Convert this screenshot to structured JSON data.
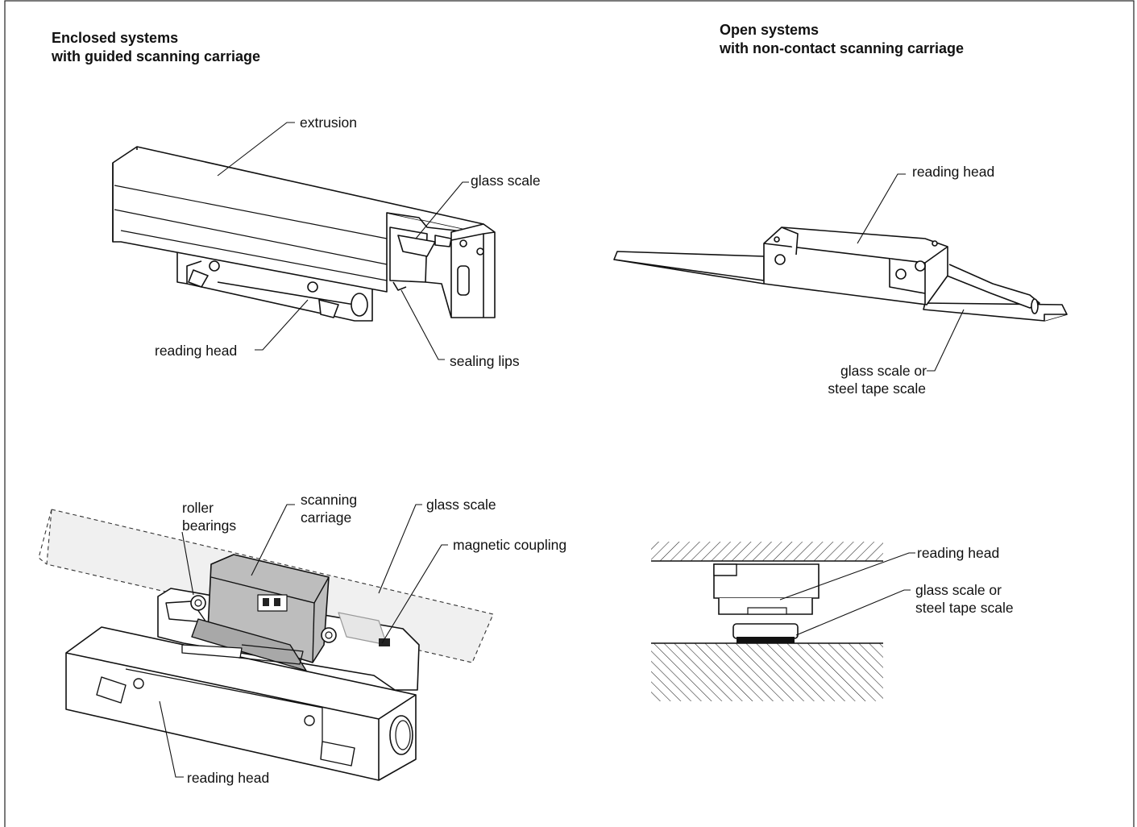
{
  "headings": {
    "enclosed": {
      "line1": "Enclosed systems",
      "line2": "with guided scanning carriage"
    },
    "open": {
      "line1": "Open systems",
      "line2": "with non-contact scanning carriage"
    }
  },
  "labels": {
    "extrusion": "extrusion",
    "glass_scale_top": "glass scale",
    "reading_head_top_left": "reading head",
    "sealing_lips": "sealing lips",
    "reading_head_top_right": "reading head",
    "glass_or_steel_top_line1": "glass scale or",
    "glass_or_steel_top_line2": "steel tape scale",
    "roller_bearings_line1": "roller",
    "roller_bearings_line2": "bearings",
    "scanning_carriage_line1": "scanning",
    "scanning_carriage_line2": "carriage",
    "glass_scale_bottom": "glass scale",
    "magnetic_coupling": "magnetic coupling",
    "reading_head_bottom_left": "reading head",
    "reading_head_bottom_right": "reading head",
    "glass_or_steel_bottom_line1": "glass scale or",
    "glass_or_steel_bottom_line2": "steel tape scale"
  }
}
